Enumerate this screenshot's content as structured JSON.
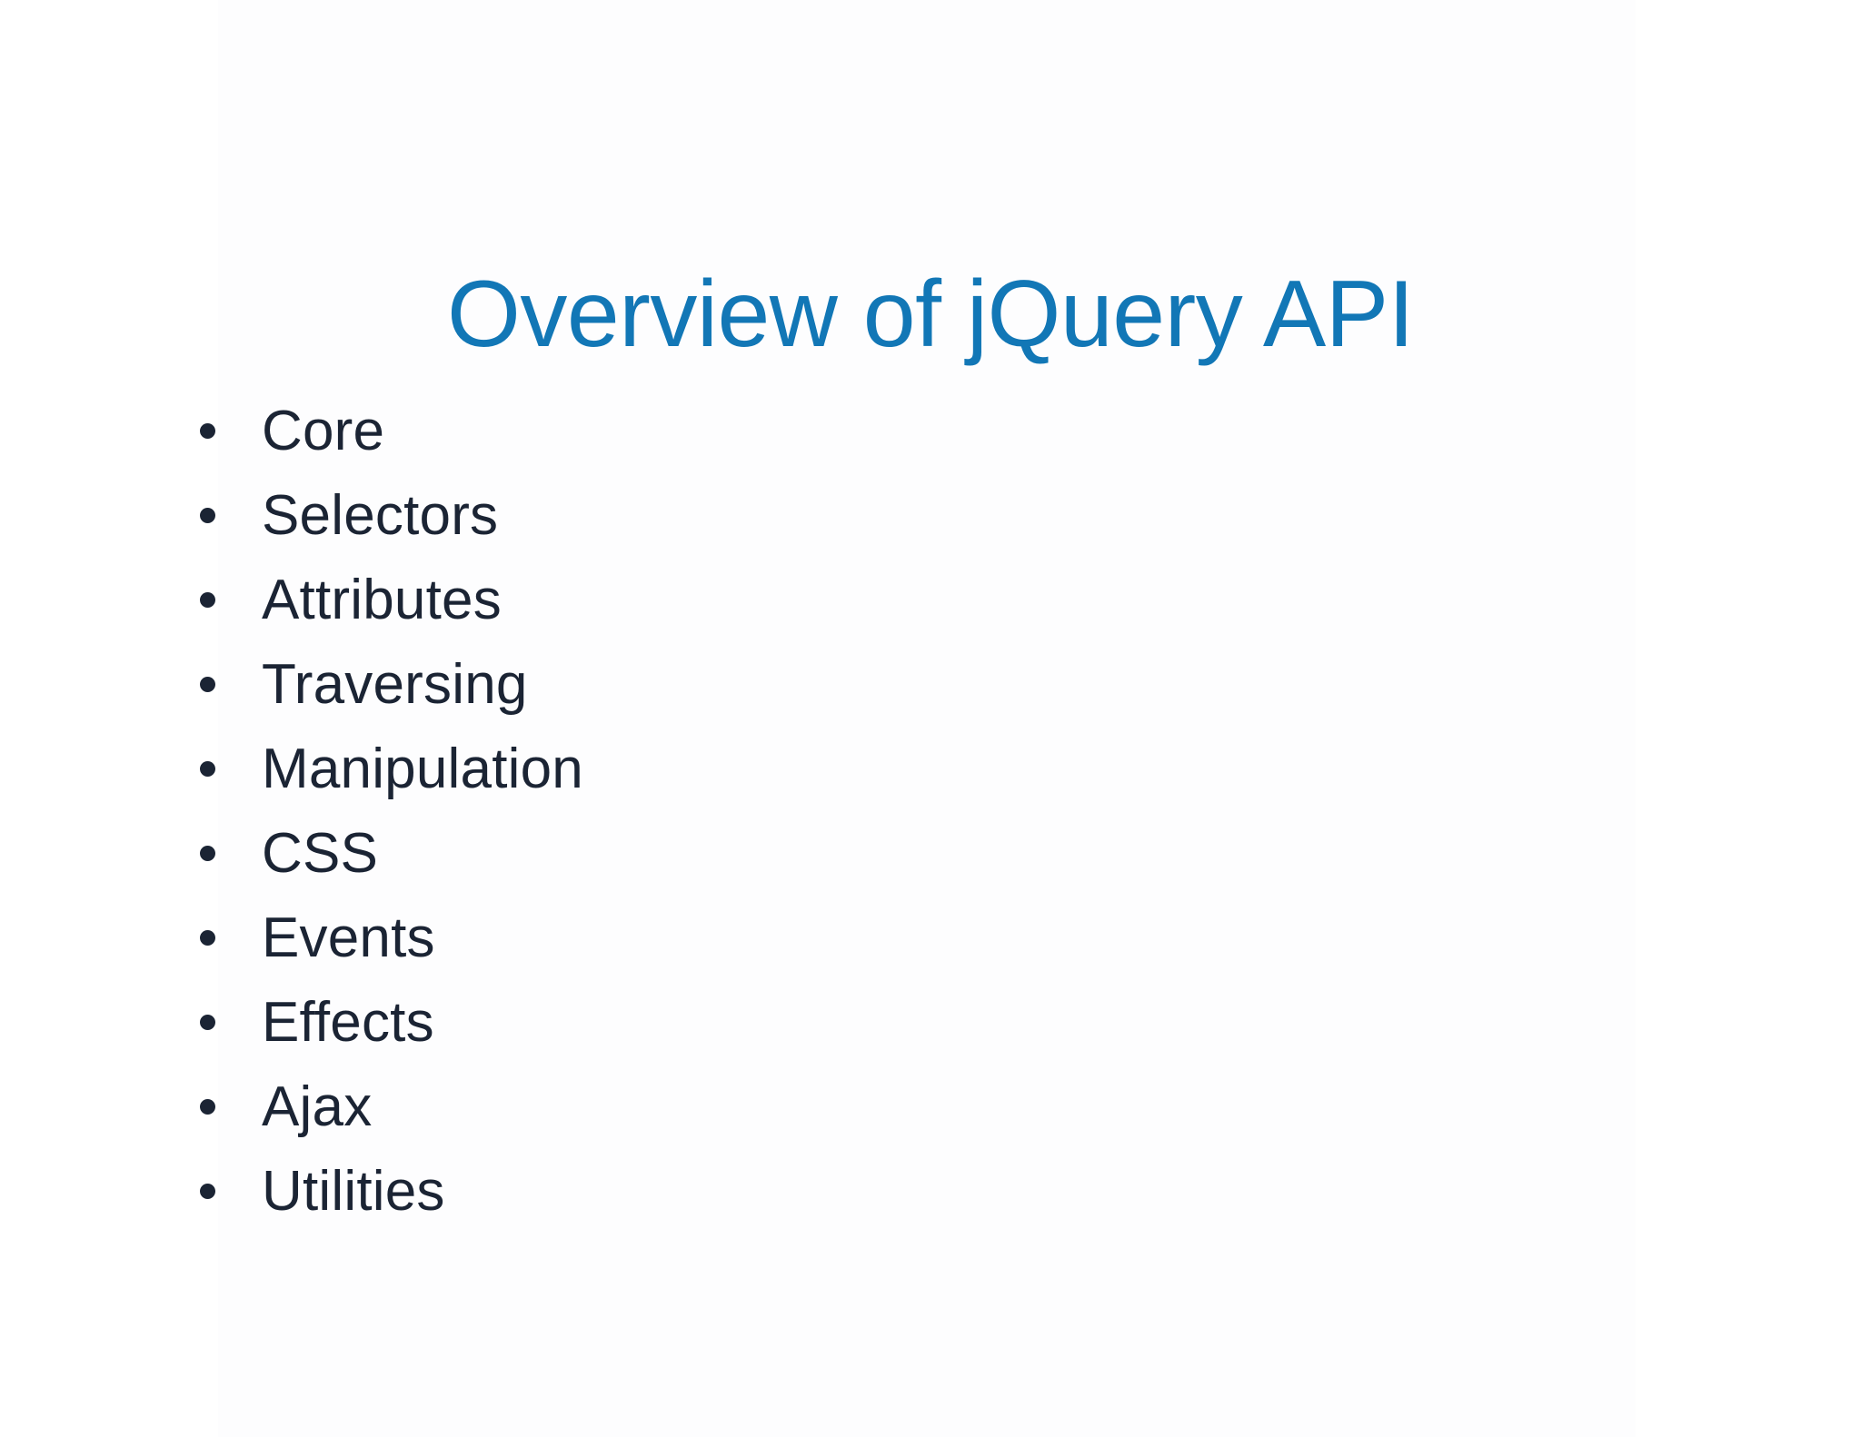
{
  "slide": {
    "title": "Overview of jQuery API",
    "title_color": "#1277b6",
    "body_text_color": "#1b2434",
    "background_color": "#ffffff",
    "bullet_glyph": "bullet-dot",
    "items": [
      {
        "label": "Core"
      },
      {
        "label": "Selectors"
      },
      {
        "label": "Attributes"
      },
      {
        "label": "Traversing"
      },
      {
        "label": "Manipulation"
      },
      {
        "label": "CSS"
      },
      {
        "label": "Events"
      },
      {
        "label": "Effects"
      },
      {
        "label": "Ajax"
      },
      {
        "label": "Utilities"
      }
    ]
  }
}
